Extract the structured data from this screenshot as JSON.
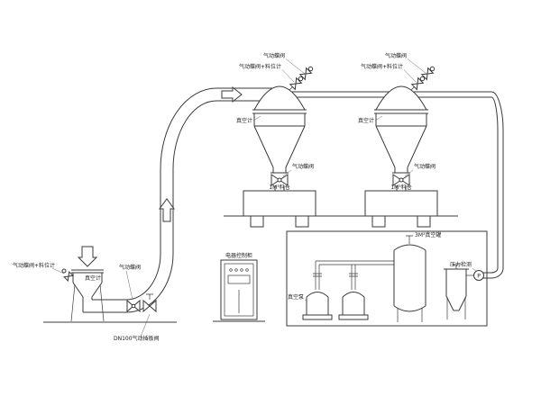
{
  "labels": {
    "pneumatic_butterfly_valve": "气动蝶阀",
    "pneumatic_butterfly_valve_level": "气动蝶阀+料位计",
    "vacuum_gauge": "真空计",
    "storage_silo": "1M³料仓",
    "control_cabinet": "电器控制柜",
    "vacuum_pump": "真空泵",
    "vacuum_tank": "3M³真空罐",
    "pressure_detection": "压力检测",
    "gate_valve": "DN100气动插板阀",
    "pressure_gauge": "P"
  }
}
